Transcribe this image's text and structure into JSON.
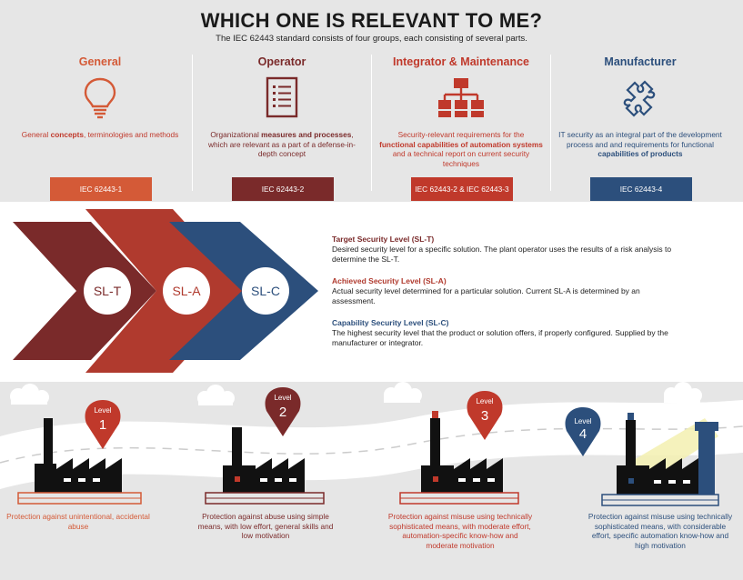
{
  "title": "WHICH ONE IS RELEVANT TO ME?",
  "subtitle": "The IEC 62443 standard consists of four groups, each consisting of several parts.",
  "colors": {
    "general": "#d45a37",
    "operator": "#7a2a2a",
    "integrator": "#c0392b",
    "manufacturer": "#2c4f7c"
  },
  "groups": [
    {
      "heading": "General",
      "icon": "lightbulb-icon",
      "desc_pre": "General ",
      "desc_bold": "concepts",
      "desc_post": ", terminologies and methods",
      "badge": "IEC 62443-1"
    },
    {
      "heading": "Operator",
      "icon": "checklist-icon",
      "desc_pre": "Organizational ",
      "desc_bold": "measures and processes",
      "desc_post": ", which are relevant as a part of a defense-in-depth concept",
      "badge": "IEC 62443-2"
    },
    {
      "heading": "Integrator & Maintenance",
      "icon": "hierarchy-icon",
      "desc_pre": "Security-relevant requirements for the ",
      "desc_bold": "functional capabilities of automation systems",
      "desc_post": " and a technical report on current security techniques",
      "badge": "IEC 62443-2 & IEC 62443-3"
    },
    {
      "heading": "Manufacturer",
      "icon": "puzzle-icon",
      "desc_pre": "IT security as an integral part of the development process and and requirements for functional ",
      "desc_bold": "capabilities of products",
      "desc_post": "",
      "badge": "IEC 62443-4"
    }
  ],
  "chevrons": [
    {
      "label": "SL-T",
      "color": "#7a2a2a"
    },
    {
      "label": "SL-A",
      "color": "#b03a2e"
    },
    {
      "label": "SL-C",
      "color": "#2c4f7c"
    }
  ],
  "security_levels": [
    {
      "heading": "Target Security Level (SL-T)",
      "text": "Desired security level for a specific solution. The plant operator uses the results of a risk analysis to determine the SL-T."
    },
    {
      "heading": "Achieved Security Level (SL-A)",
      "text": "Actual security level determined for a particular solution. Current SL-A is determined by an assessment."
    },
    {
      "heading": "Capability Security Level (SL-C)",
      "text": "The highest security level that the product or solution offers, if properly configured. Supplied by the manufacturer or integrator."
    }
  ],
  "levels": [
    {
      "word": "Level",
      "num": "1",
      "caption": "Protection against unintentional, accidental abuse"
    },
    {
      "word": "Level",
      "num": "2",
      "caption": "Protection against abuse using simple means, with low effort, general skills and low motivation"
    },
    {
      "word": "Level",
      "num": "3",
      "caption": "Protection against misuse using technically sophisticated means, with moderate effort, automation-specific know-how and moderate motivation"
    },
    {
      "word": "Level",
      "num": "4",
      "caption": "Protection against misuse using technically sophisticated means, with considerable effort, specific automation know-how and high motivation"
    }
  ]
}
